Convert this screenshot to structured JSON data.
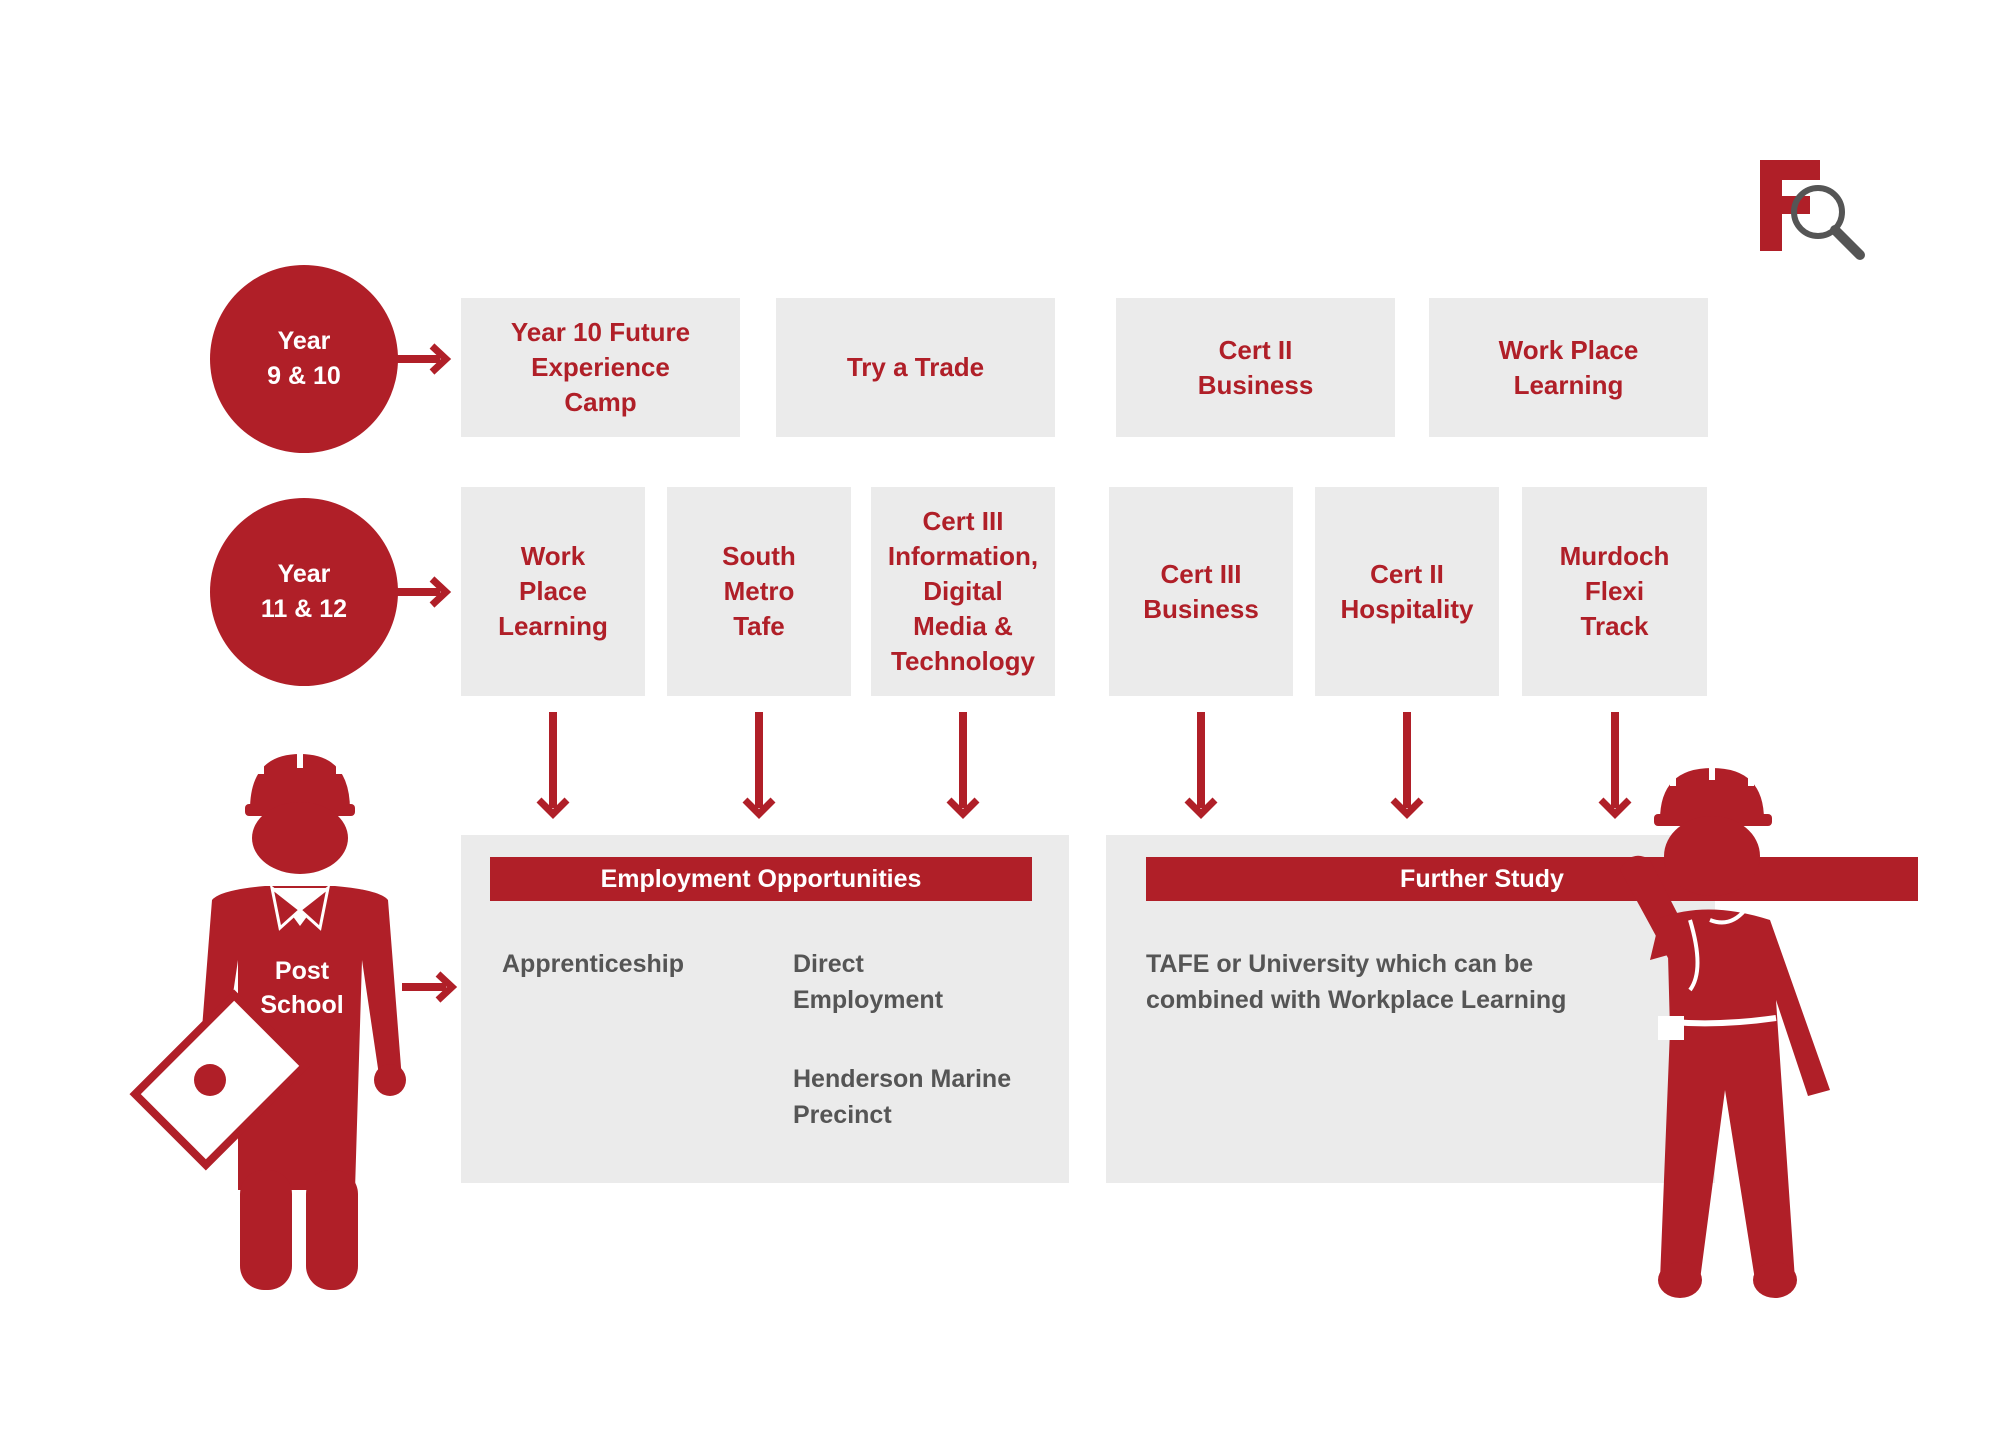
{
  "brand": {
    "accent": "#b01f28",
    "box_bg": "#ebebeb",
    "text_grey": "#555555"
  },
  "logo": {
    "name": "logo-f-magnifier"
  },
  "stage1": {
    "label": "Year\n9 & 10",
    "boxes": [
      "Year 10 Future\nExperience\nCamp",
      "Try a Trade",
      "Cert II\nBusiness",
      "Work Place\nLearning"
    ]
  },
  "stage2": {
    "label": "Year\n11 & 12",
    "boxes": [
      "Work\nPlace\nLearning",
      "South\nMetro\nTafe",
      "Cert III\nInformation,\nDigital\nMedia &\nTechnology",
      "Cert III\nBusiness",
      "Cert II\nHospitality",
      "Murdoch\nFlexi\nTrack"
    ]
  },
  "stage3": {
    "label": "Post\nSchool",
    "employment": {
      "title": "Employment Opportunities",
      "items": [
        "Apprenticeship",
        "Direct\nEmployment",
        "Henderson Marine\nPrecinct"
      ]
    },
    "further_study": {
      "title": "Further Study",
      "text": "TAFE or University which can be\ncombined with Workplace Learning"
    }
  }
}
